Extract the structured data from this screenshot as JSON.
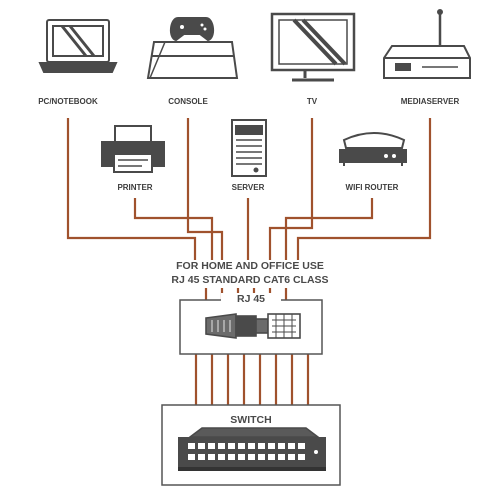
{
  "devices": {
    "pc": {
      "label": "PC/NOTEBOOK",
      "icon": "laptop-icon"
    },
    "console": {
      "label": "CONSOLE",
      "icon": "game-console-icon"
    },
    "tv": {
      "label": "TV",
      "icon": "tv-icon"
    },
    "mediaserver": {
      "label": "MEDIASERVER",
      "icon": "media-server-icon"
    },
    "printer": {
      "label": "PRINTER",
      "icon": "printer-icon"
    },
    "server": {
      "label": "SERVER",
      "icon": "server-tower-icon"
    },
    "router": {
      "label": "WIFI ROUTER",
      "icon": "wifi-router-icon"
    }
  },
  "caption": {
    "line1": "FOR HOME AND OFFICE USE",
    "line2": "RJ 45 STANDARD CAT6  CLASS"
  },
  "rj45": {
    "label": "RJ 45",
    "icon": "rj45-connector-icon"
  },
  "switch": {
    "label": "SWITCH",
    "icon": "network-switch-icon"
  },
  "colors": {
    "cable": "#a0522d",
    "icon": "#4a4a4a",
    "box": "#555555"
  }
}
